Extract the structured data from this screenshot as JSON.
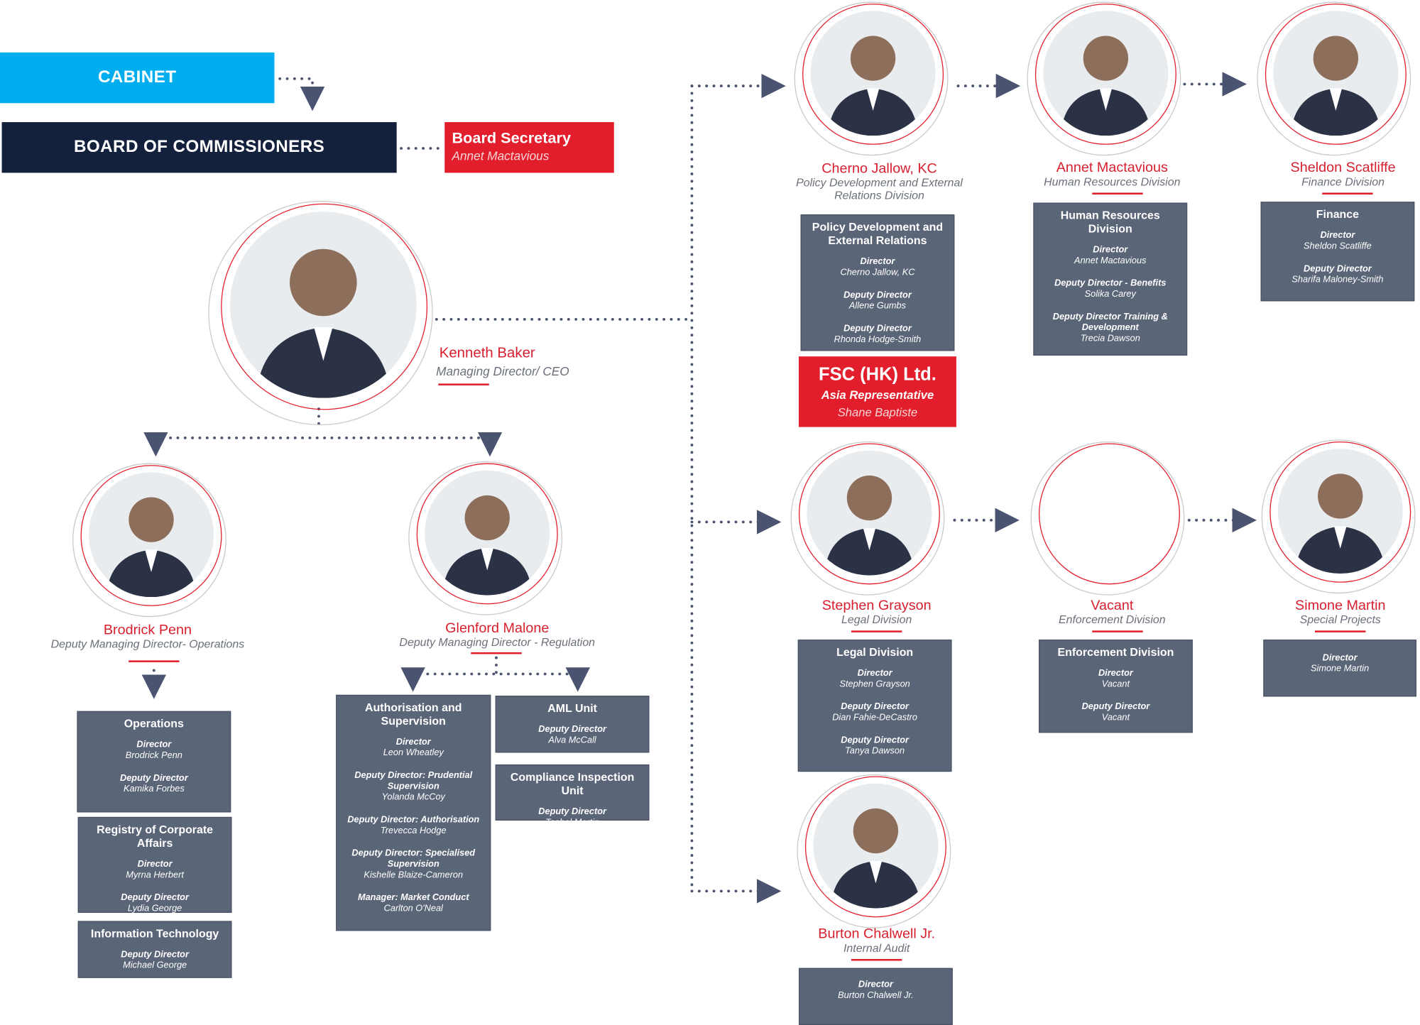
{
  "cabinet": "CABINET",
  "board": "BOARD OF COMMISSIONERS",
  "secretary": {
    "title": "Board Secretary",
    "name": "Annet Mactavious"
  },
  "ceo": {
    "name": "Kenneth Baker",
    "role": "Managing Director/ CEO"
  },
  "fsc": {
    "title": "FSC (HK) Ltd.",
    "subtitle": "Asia Representative",
    "name": "Shane Baptiste"
  },
  "people": [
    {
      "id": "cherno",
      "name": "Cherno Jallow, KC",
      "role": "Policy Development and External Relations Division"
    },
    {
      "id": "annet",
      "name": "Annet Mactavious",
      "role": "Human Resources Division"
    },
    {
      "id": "sheldon",
      "name": "Sheldon Scatliffe",
      "role": "Finance Division"
    },
    {
      "id": "stephen",
      "name": "Stephen Grayson",
      "role": "Legal Division"
    },
    {
      "id": "vacant",
      "name": "Vacant",
      "role": "Enforcement Division"
    },
    {
      "id": "simone",
      "name": "Simone Martin",
      "role": "Special Projects"
    },
    {
      "id": "burton",
      "name": "Burton Chalwell Jr.",
      "role": "Internal Audit"
    },
    {
      "id": "brodrick",
      "name": "Brodrick Penn",
      "role": "Deputy Managing Director- Operations"
    },
    {
      "id": "glenford",
      "name": "Glenford Malone",
      "role": "Deputy Managing Director - Regulation"
    }
  ],
  "units": [
    {
      "id": "policy",
      "title": "Policy Development and External Relations",
      "entries": [
        {
          "position": "Director",
          "person": "Cherno Jallow, KC"
        },
        {
          "position": "Deputy Director",
          "person": "Allene Gumbs"
        },
        {
          "position": "Deputy Director",
          "person": "Rhonda Hodge-Smith"
        }
      ]
    },
    {
      "id": "hr",
      "title": "Human Resources Division",
      "entries": [
        {
          "position": "Director",
          "person": "Annet Mactavious"
        },
        {
          "position": "Deputy Director - Benefits",
          "person": "Solika Carey"
        },
        {
          "position": "Deputy Director Training & Development",
          "person": "Trecia Dawson"
        }
      ]
    },
    {
      "id": "finance",
      "title": "Finance",
      "entries": [
        {
          "position": "Director",
          "person": "Sheldon Scatliffe"
        },
        {
          "position": "Deputy Director",
          "person": "Sharifa Maloney-Smith"
        }
      ]
    },
    {
      "id": "legal",
      "title": "Legal Division",
      "entries": [
        {
          "position": "Director",
          "person": "Stephen Grayson"
        },
        {
          "position": "Deputy Director",
          "person": "Dian Fahie-DeCastro"
        },
        {
          "position": "Deputy Director",
          "person": "Tanya Dawson"
        }
      ]
    },
    {
      "id": "enforcement",
      "title": "Enforcement Division",
      "entries": [
        {
          "position": "Director",
          "person": "Vacant"
        },
        {
          "position": "Deputy Director",
          "person": "Vacant"
        }
      ]
    },
    {
      "id": "special",
      "title": "",
      "entries": [
        {
          "position": "Director",
          "person": "Simone Martin"
        }
      ]
    },
    {
      "id": "audit",
      "title": "",
      "entries": [
        {
          "position": "Director",
          "person": "Burton Chalwell Jr."
        }
      ]
    },
    {
      "id": "operations",
      "title": "Operations",
      "entries": [
        {
          "position": "Director",
          "person": "Brodrick Penn"
        },
        {
          "position": "Deputy Director",
          "person": "Kamika Forbes"
        }
      ]
    },
    {
      "id": "registry",
      "title": "Registry of Corporate Affairs",
      "entries": [
        {
          "position": "Director",
          "person": "Myrna Herbert"
        },
        {
          "position": "Deputy Director",
          "person": "Lydia George"
        }
      ]
    },
    {
      "id": "it",
      "title": "Information Technology",
      "entries": [
        {
          "position": "Deputy Director",
          "person": "Michael George"
        }
      ]
    },
    {
      "id": "authorisation",
      "title": "Authorisation and Supervision",
      "entries": [
        {
          "position": "Director",
          "person": "Leon Wheatley"
        },
        {
          "position": "Deputy Director: Prudential Supervision",
          "person": "Yolanda McCoy"
        },
        {
          "position": "Deputy Director: Authorisation",
          "person": "Trevecca Hodge"
        },
        {
          "position": "Deputy Director: Specialised Supervision",
          "person": "Kishelle Blaize-Cameron"
        },
        {
          "position": "Manager: Market Conduct",
          "person": "Carlton O'Neal"
        }
      ]
    },
    {
      "id": "aml",
      "title": "AML Unit",
      "entries": [
        {
          "position": "Deputy Director",
          "person": "Alva McCall"
        }
      ]
    },
    {
      "id": "compliance",
      "title": "Compliance Inspection Unit",
      "entries": [
        {
          "position": "Deputy Director",
          "person": "Tashel Martin"
        }
      ]
    }
  ],
  "colors": {
    "cabinet": "#00aeef",
    "board": "#14213d",
    "accent": "#e31e2c",
    "unit": "#5b6578",
    "connector": "#4a5370"
  }
}
